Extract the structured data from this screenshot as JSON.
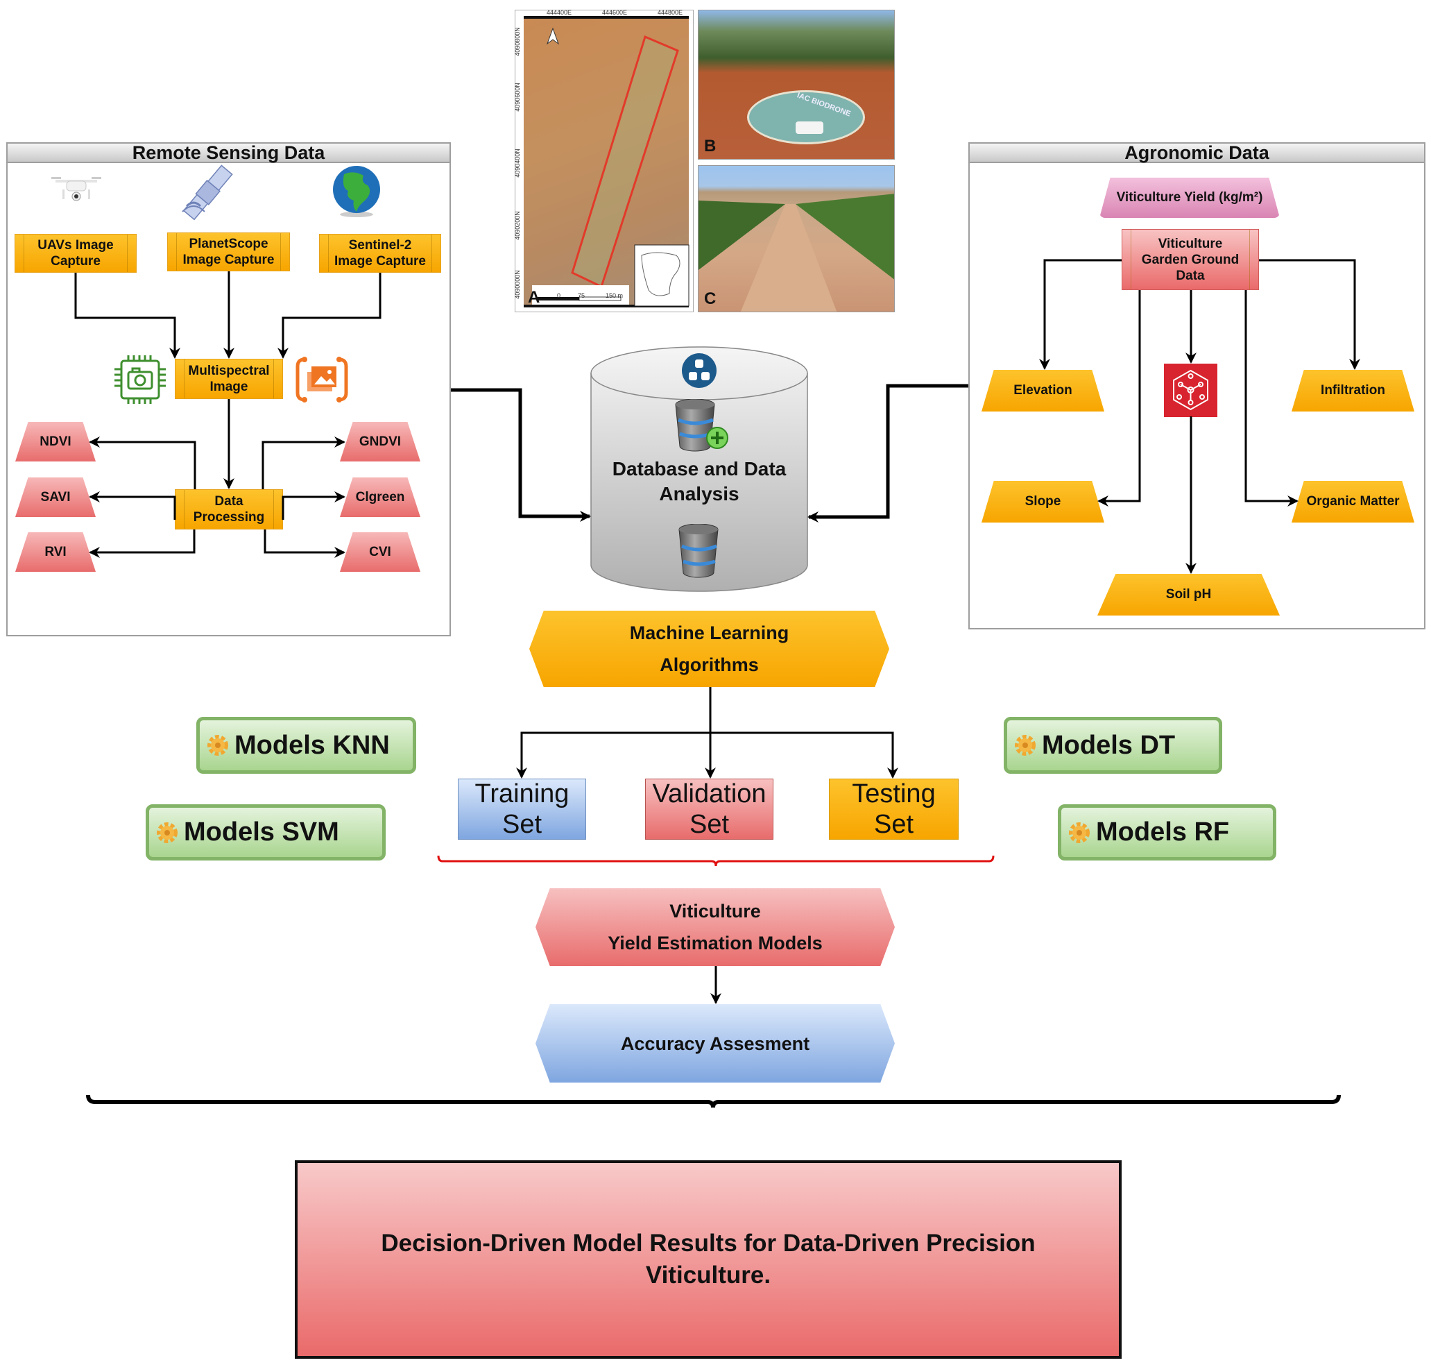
{
  "remote_sensing": {
    "title": "Remote Sensing Data",
    "icons": [
      "drone-icon",
      "satellite-icon",
      "globe-icon"
    ],
    "sources": [
      {
        "label": "UAVs Image Capture",
        "line1": "UAVs Image",
        "line2": "Capture"
      },
      {
        "label": "PlanetScope Image Capture",
        "line1": "PlanetScope",
        "line2": "Image Capture"
      },
      {
        "label": "Sentinel-2 Image Capture",
        "line1": "Sentinel-2",
        "line2": "Image Capture"
      }
    ],
    "multispectral": {
      "line1": "Multispectral",
      "line2": "Image"
    },
    "processing": {
      "line1": "Data",
      "line2": "Processing"
    },
    "indices_left": [
      "NDVI",
      "SAVI",
      "RVI"
    ],
    "indices_right": [
      "GNDVI",
      "Clgreen",
      "CVI"
    ]
  },
  "study_area": {
    "map_x_ticks": [
      "444400E",
      "444600E",
      "444800E"
    ],
    "map_y_ticks": [
      "4090800N",
      "4090600N",
      "4090400N",
      "4090200N",
      "4090000N"
    ],
    "scale_bar": [
      "0",
      "75",
      "150 m"
    ],
    "panel_letters": [
      "A",
      "B",
      "C"
    ],
    "drone_pad_text": "IAC BIODRONE"
  },
  "database": {
    "line1": "Database and Data",
    "line2": "Analysis"
  },
  "agronomic": {
    "title": "Agronomic Data",
    "yield": "Viticulture Yield (kg/m²)",
    "ground": {
      "line1": "Viticulture",
      "line2": "Garden Ground",
      "line3": "Data"
    },
    "variables": {
      "elevation": "Elevation",
      "infiltration": "Infiltration",
      "slope": "Slope",
      "organic_matter": "Organic Matter",
      "soil_ph": "Soil pH"
    }
  },
  "ml": {
    "line1": "Machine Learning",
    "line2": "Algorithms",
    "models": {
      "knn": "Models KNN",
      "svm": "Models SVM",
      "dt": "Models DT",
      "rf": "Models RF"
    },
    "sets": {
      "training": {
        "line1": "Training",
        "line2": "Set"
      },
      "validation": {
        "line1": "Validation",
        "line2": "Set"
      },
      "testing": {
        "line1": "Testing",
        "line2": "Set"
      }
    }
  },
  "yield_models": {
    "line1": "Viticulture",
    "line2": "Yield Estimation Models"
  },
  "accuracy": "Accuracy Assesment",
  "final": {
    "line1": "Decision-Driven Model Results for Data-Driven Precision",
    "line2": "Viticulture."
  },
  "colors": {
    "orange": "#f7a500",
    "red_box": "#ea6a6a",
    "blue_box": "#7fa6e0",
    "green_model": "#82b366",
    "pink_yield": "#d985b3",
    "brace_red": "#e01010"
  }
}
